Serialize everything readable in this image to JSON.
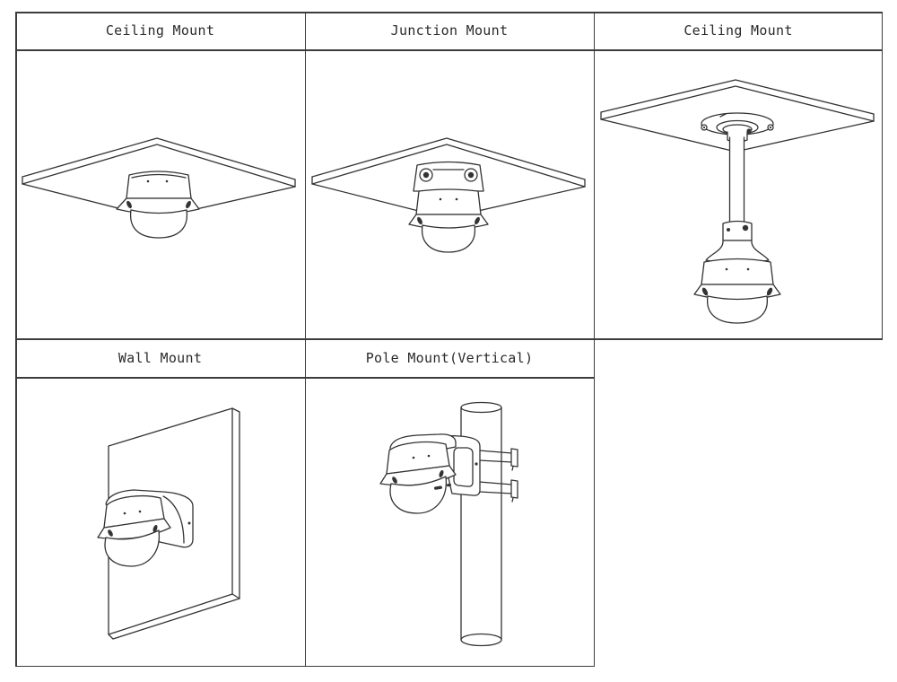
{
  "document": {
    "type": "camera-mounting-options-table",
    "background_color": "#ffffff",
    "grid_color": "#3c3c3c",
    "line_art_color": "#333333"
  },
  "table": {
    "top_row": [
      {
        "label": "Ceiling Mount",
        "figure": "mini-dome-camera-under-ceiling-panel"
      },
      {
        "label": "Junction Mount",
        "figure": "dome-camera-with-junction-box-under-ceiling-panel"
      },
      {
        "label": "Ceiling Mount",
        "figure": "dome-camera-on-pendant-pipe-under-ceiling-panel"
      }
    ],
    "bottom_row": [
      {
        "label": "Wall Mount",
        "figure": "dome-camera-on-wall-bracket"
      },
      {
        "label": "Pole Mount(Vertical)",
        "figure": "dome-camera-strapped-to-vertical-pole"
      }
    ]
  }
}
